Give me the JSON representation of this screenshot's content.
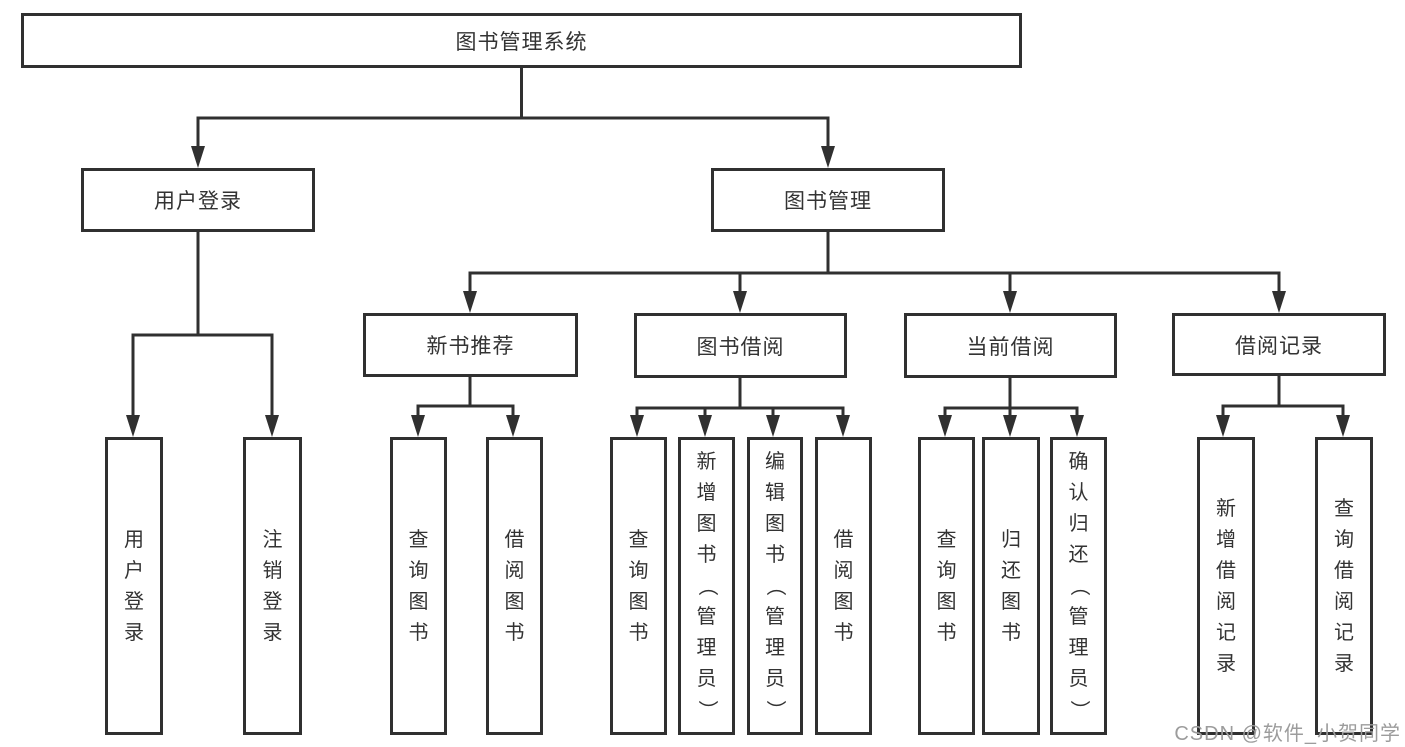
{
  "diagram": {
    "type": "hierarchy",
    "root_label": "图书管理系统",
    "nodes": [
      {
        "id": "root",
        "label": "图书管理系统",
        "parent": null,
        "orientation": "horizontal"
      },
      {
        "id": "user-login-group",
        "label": "用户登录",
        "parent": "root",
        "orientation": "horizontal"
      },
      {
        "id": "book-mgmt",
        "label": "图书管理",
        "parent": "root",
        "orientation": "horizontal"
      },
      {
        "id": "new-book-rec",
        "label": "新书推荐",
        "parent": "book-mgmt",
        "orientation": "horizontal"
      },
      {
        "id": "book-borrow",
        "label": "图书借阅",
        "parent": "book-mgmt",
        "orientation": "horizontal"
      },
      {
        "id": "current-borrow",
        "label": "当前借阅",
        "parent": "book-mgmt",
        "orientation": "horizontal"
      },
      {
        "id": "borrow-record",
        "label": "借阅记录",
        "parent": "book-mgmt",
        "orientation": "horizontal"
      },
      {
        "id": "leaf-user-login",
        "label": "用户登录",
        "parent": "user-login-group",
        "orientation": "vertical"
      },
      {
        "id": "leaf-logout",
        "label": "注销登录",
        "parent": "user-login-group",
        "orientation": "vertical"
      },
      {
        "id": "leaf-query-book-1",
        "label": "查询图书",
        "parent": "new-book-rec",
        "orientation": "vertical"
      },
      {
        "id": "leaf-borrow-book-1",
        "label": "借阅图书",
        "parent": "new-book-rec",
        "orientation": "vertical"
      },
      {
        "id": "leaf-query-book-2",
        "label": "查询图书",
        "parent": "book-borrow",
        "orientation": "vertical"
      },
      {
        "id": "leaf-add-book",
        "label": "新增图书（管理员）",
        "parent": "book-borrow",
        "orientation": "vertical"
      },
      {
        "id": "leaf-edit-book",
        "label": "编辑图书（管理员）",
        "parent": "book-borrow",
        "orientation": "vertical"
      },
      {
        "id": "leaf-borrow-book-2",
        "label": "借阅图书",
        "parent": "book-borrow",
        "orientation": "vertical"
      },
      {
        "id": "leaf-query-book-3",
        "label": "查询图书",
        "parent": "current-borrow",
        "orientation": "vertical"
      },
      {
        "id": "leaf-return-book",
        "label": "归还图书",
        "parent": "current-borrow",
        "orientation": "vertical"
      },
      {
        "id": "leaf-confirm-return",
        "label": "确认归还（管理员）",
        "parent": "current-borrow",
        "orientation": "vertical"
      },
      {
        "id": "leaf-add-record",
        "label": "新增借阅记录",
        "parent": "borrow-record",
        "orientation": "vertical"
      },
      {
        "id": "leaf-query-record",
        "label": "查询借阅记录",
        "parent": "borrow-record",
        "orientation": "vertical"
      }
    ]
  },
  "watermark": {
    "text": "CSDN @软件_小贺同学",
    "color": "#9c9c9c"
  },
  "colors": {
    "line": "#303030",
    "box_border": "#303030",
    "text": "#333333",
    "background": "#ffffff"
  }
}
